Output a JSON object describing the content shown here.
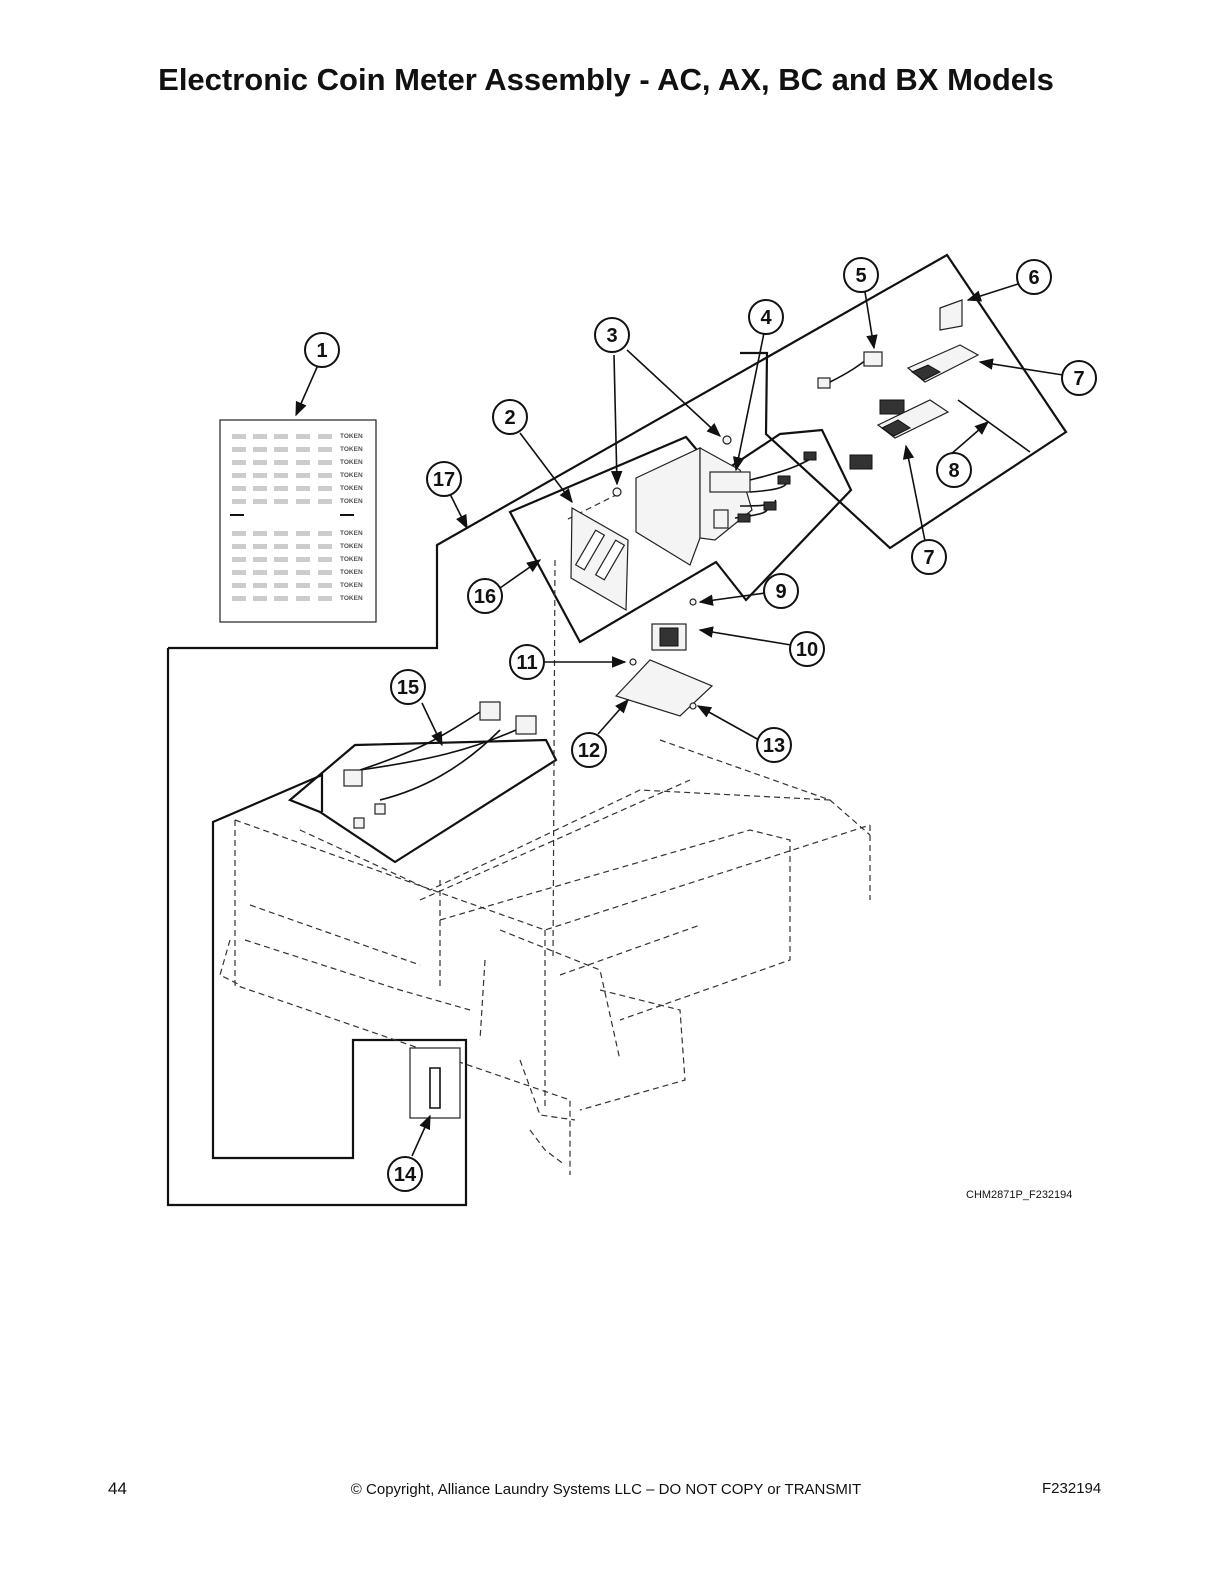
{
  "title": "Electronic Coin Meter Assembly - AC, AX, BC and BX Models",
  "figure_code": "CHM2871P_F232194",
  "callouts": [
    "1",
    "2",
    "3",
    "4",
    "5",
    "6",
    "7",
    "7",
    "8",
    "9",
    "10",
    "11",
    "12",
    "13",
    "14",
    "15",
    "16",
    "17"
  ],
  "decal_token_label": "TOKEN",
  "footer": {
    "page_number": "44",
    "copyright": "© Copyright, Alliance Laundry Systems LLC – DO NOT COPY or TRANSMIT",
    "doc_code": "F232194"
  }
}
